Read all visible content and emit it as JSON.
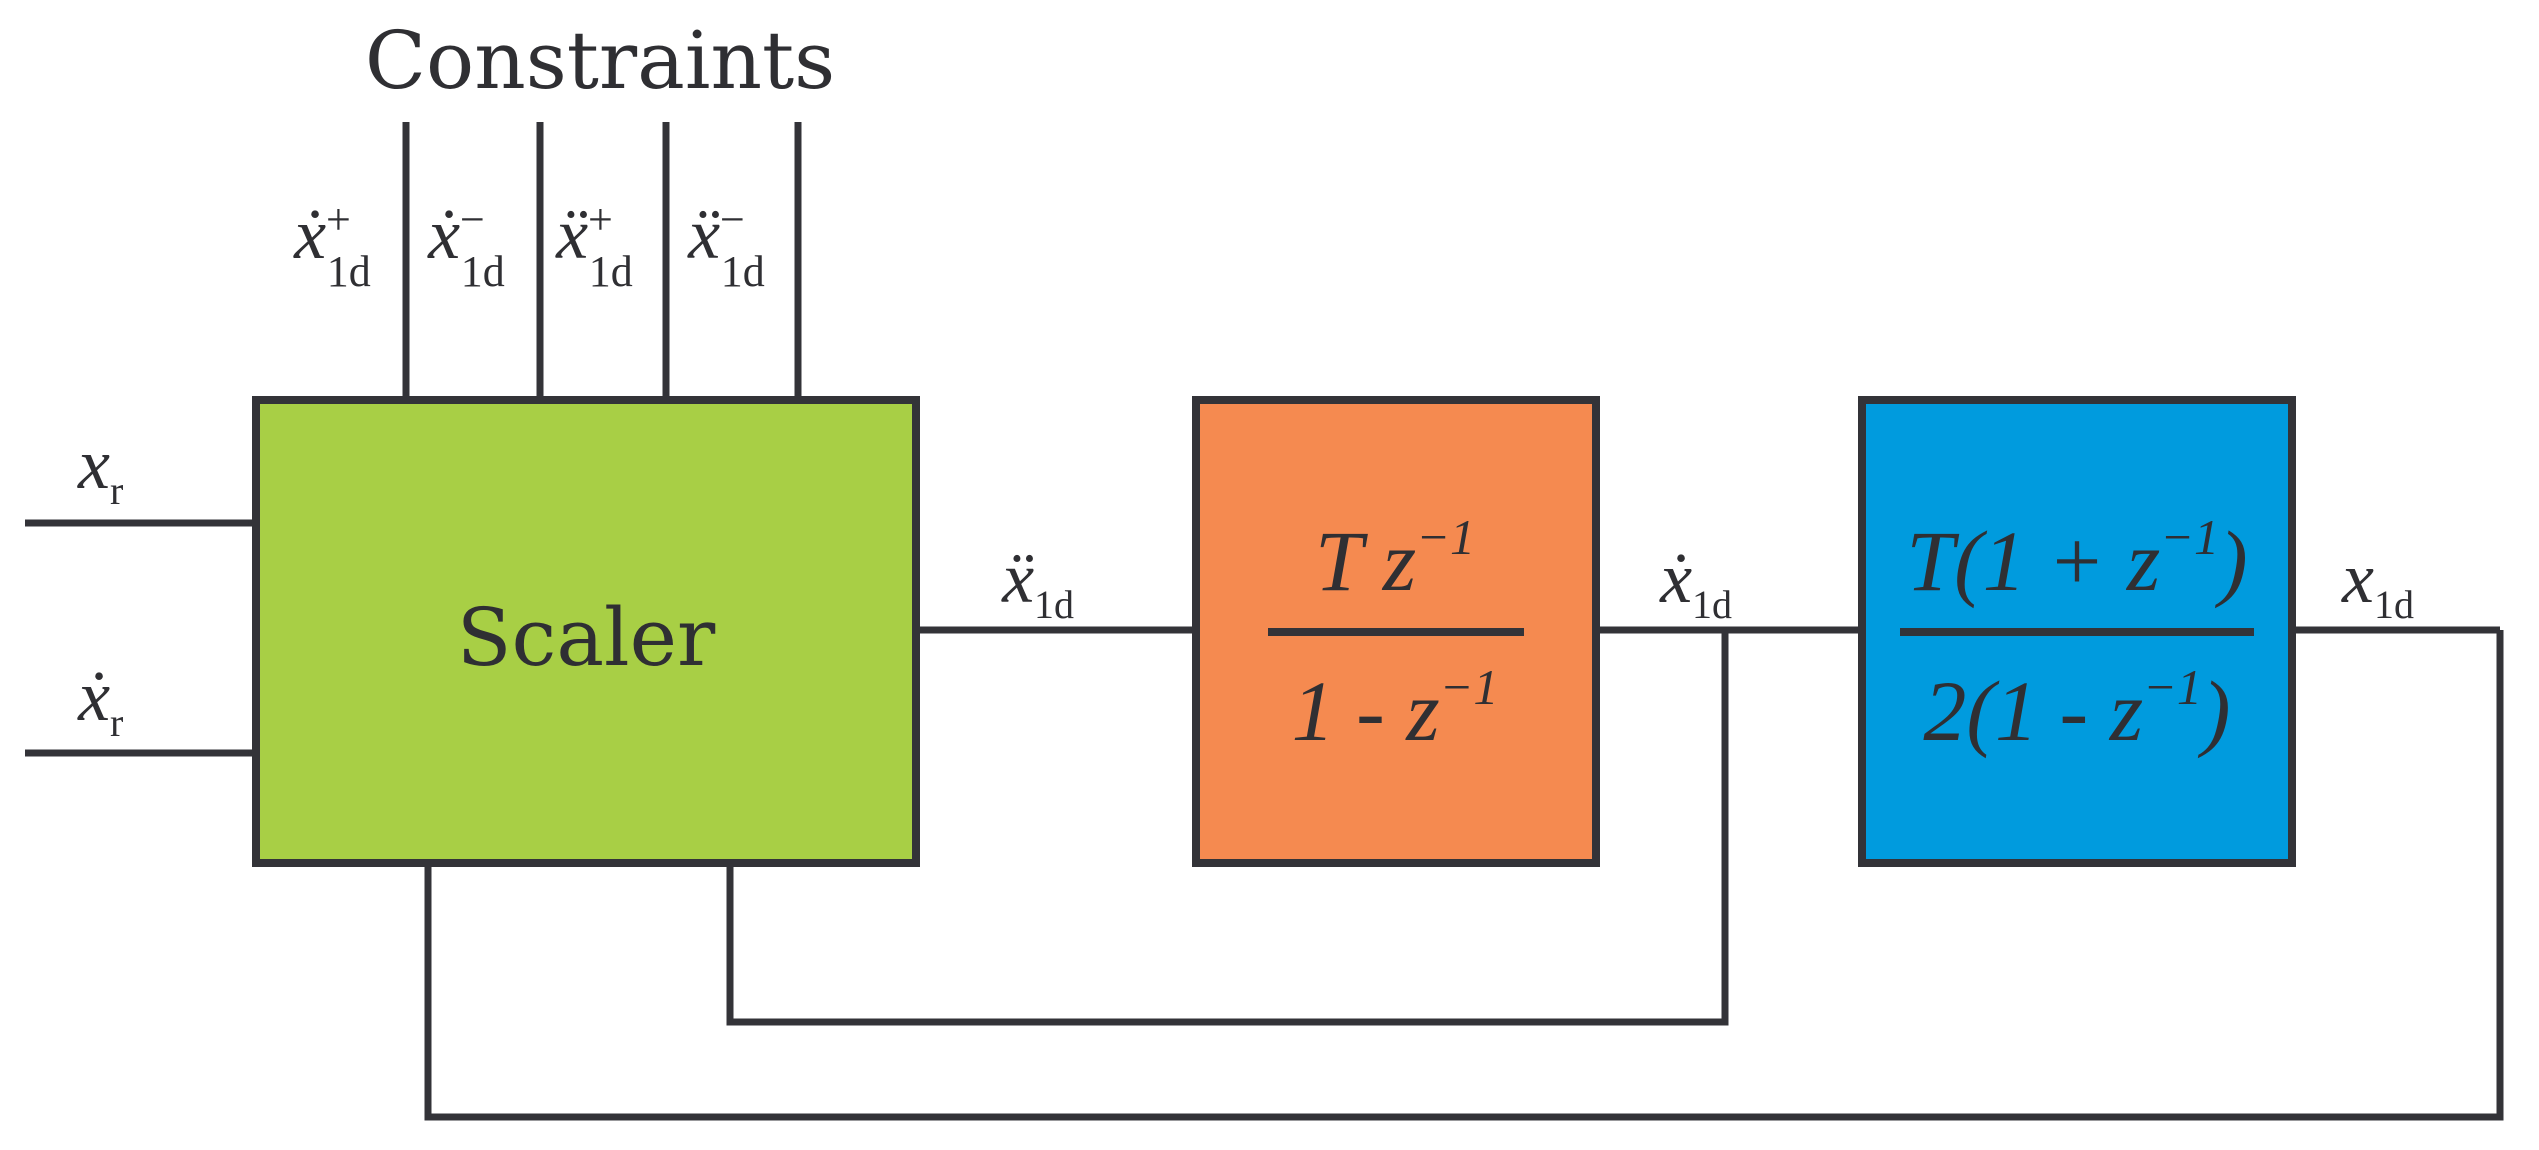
{
  "title": "Constraints",
  "colors": {
    "scaler_fill": "#a8cf45",
    "tf1_fill": "#f58a50",
    "tf2_fill": "#009bde",
    "line": "#333338",
    "text": "#2f2f33"
  },
  "scaler": {
    "label": "Scaler"
  },
  "inputs": {
    "xr": {
      "symbol": "x",
      "sub": "r"
    },
    "xr_dot": {
      "symbol": "ẋ",
      "sub": "r"
    }
  },
  "constraints": [
    {
      "symbol": "ẋ",
      "sup": "+",
      "sub": "1d"
    },
    {
      "symbol": "ẋ",
      "sup": "−",
      "sub": "1d"
    },
    {
      "symbol": "ẍ",
      "sup": "+",
      "sub": "1d"
    },
    {
      "symbol": "ẍ",
      "sup": "−",
      "sub": "1d"
    }
  ],
  "signals": {
    "x1d_ddot": {
      "symbol": "ẍ",
      "sub": "1d"
    },
    "x1d_dot": {
      "symbol": "ẋ",
      "sub": "1d"
    },
    "x1d": {
      "symbol": "x",
      "sub": "1d"
    }
  },
  "tf1": {
    "num_main": "T z",
    "num_exp": "−1",
    "den_main": "1 - z",
    "den_exp": "−1"
  },
  "tf2": {
    "num_a": "T(1 + z",
    "num_exp": "−1",
    "num_b": ")",
    "den_a": "2(1 - z",
    "den_exp": "−1",
    "den_b": ")"
  }
}
